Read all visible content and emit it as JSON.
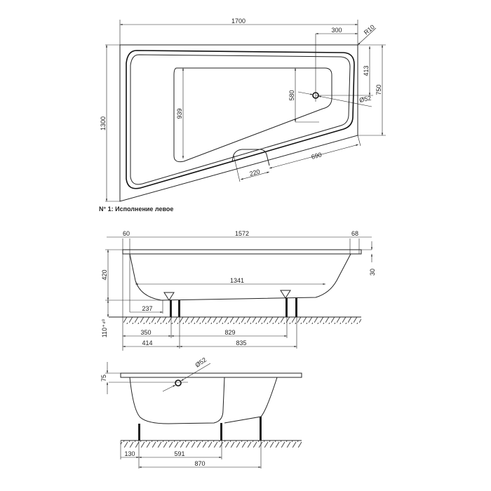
{
  "top_view": {
    "width_1700": "1700",
    "offset_300": "300",
    "radius_r10": "R10",
    "length_1300": "1300",
    "drain_413": "413",
    "side_750": "750",
    "inner_939": "939",
    "inner_580": "580",
    "drain_d52": "Ø52",
    "edge_690": "690",
    "seat_220": "220",
    "caption": "N° 1: Исполнение левое"
  },
  "side_view": {
    "rim_60": "60",
    "length_1572": "1572",
    "rim_68": "68",
    "depth_420": "420",
    "rim_30": "30",
    "bottom_1341": "1341",
    "offset_237": "237",
    "height_110_40": "110⁺⁴⁰",
    "leg_350": "350",
    "leg_829": "829",
    "leg_414": "414",
    "leg_835": "835"
  },
  "end_view": {
    "overflow_75": "75",
    "overflow_d52": "Ø52",
    "leg_130": "130",
    "leg_591": "591",
    "leg_870": "870"
  }
}
